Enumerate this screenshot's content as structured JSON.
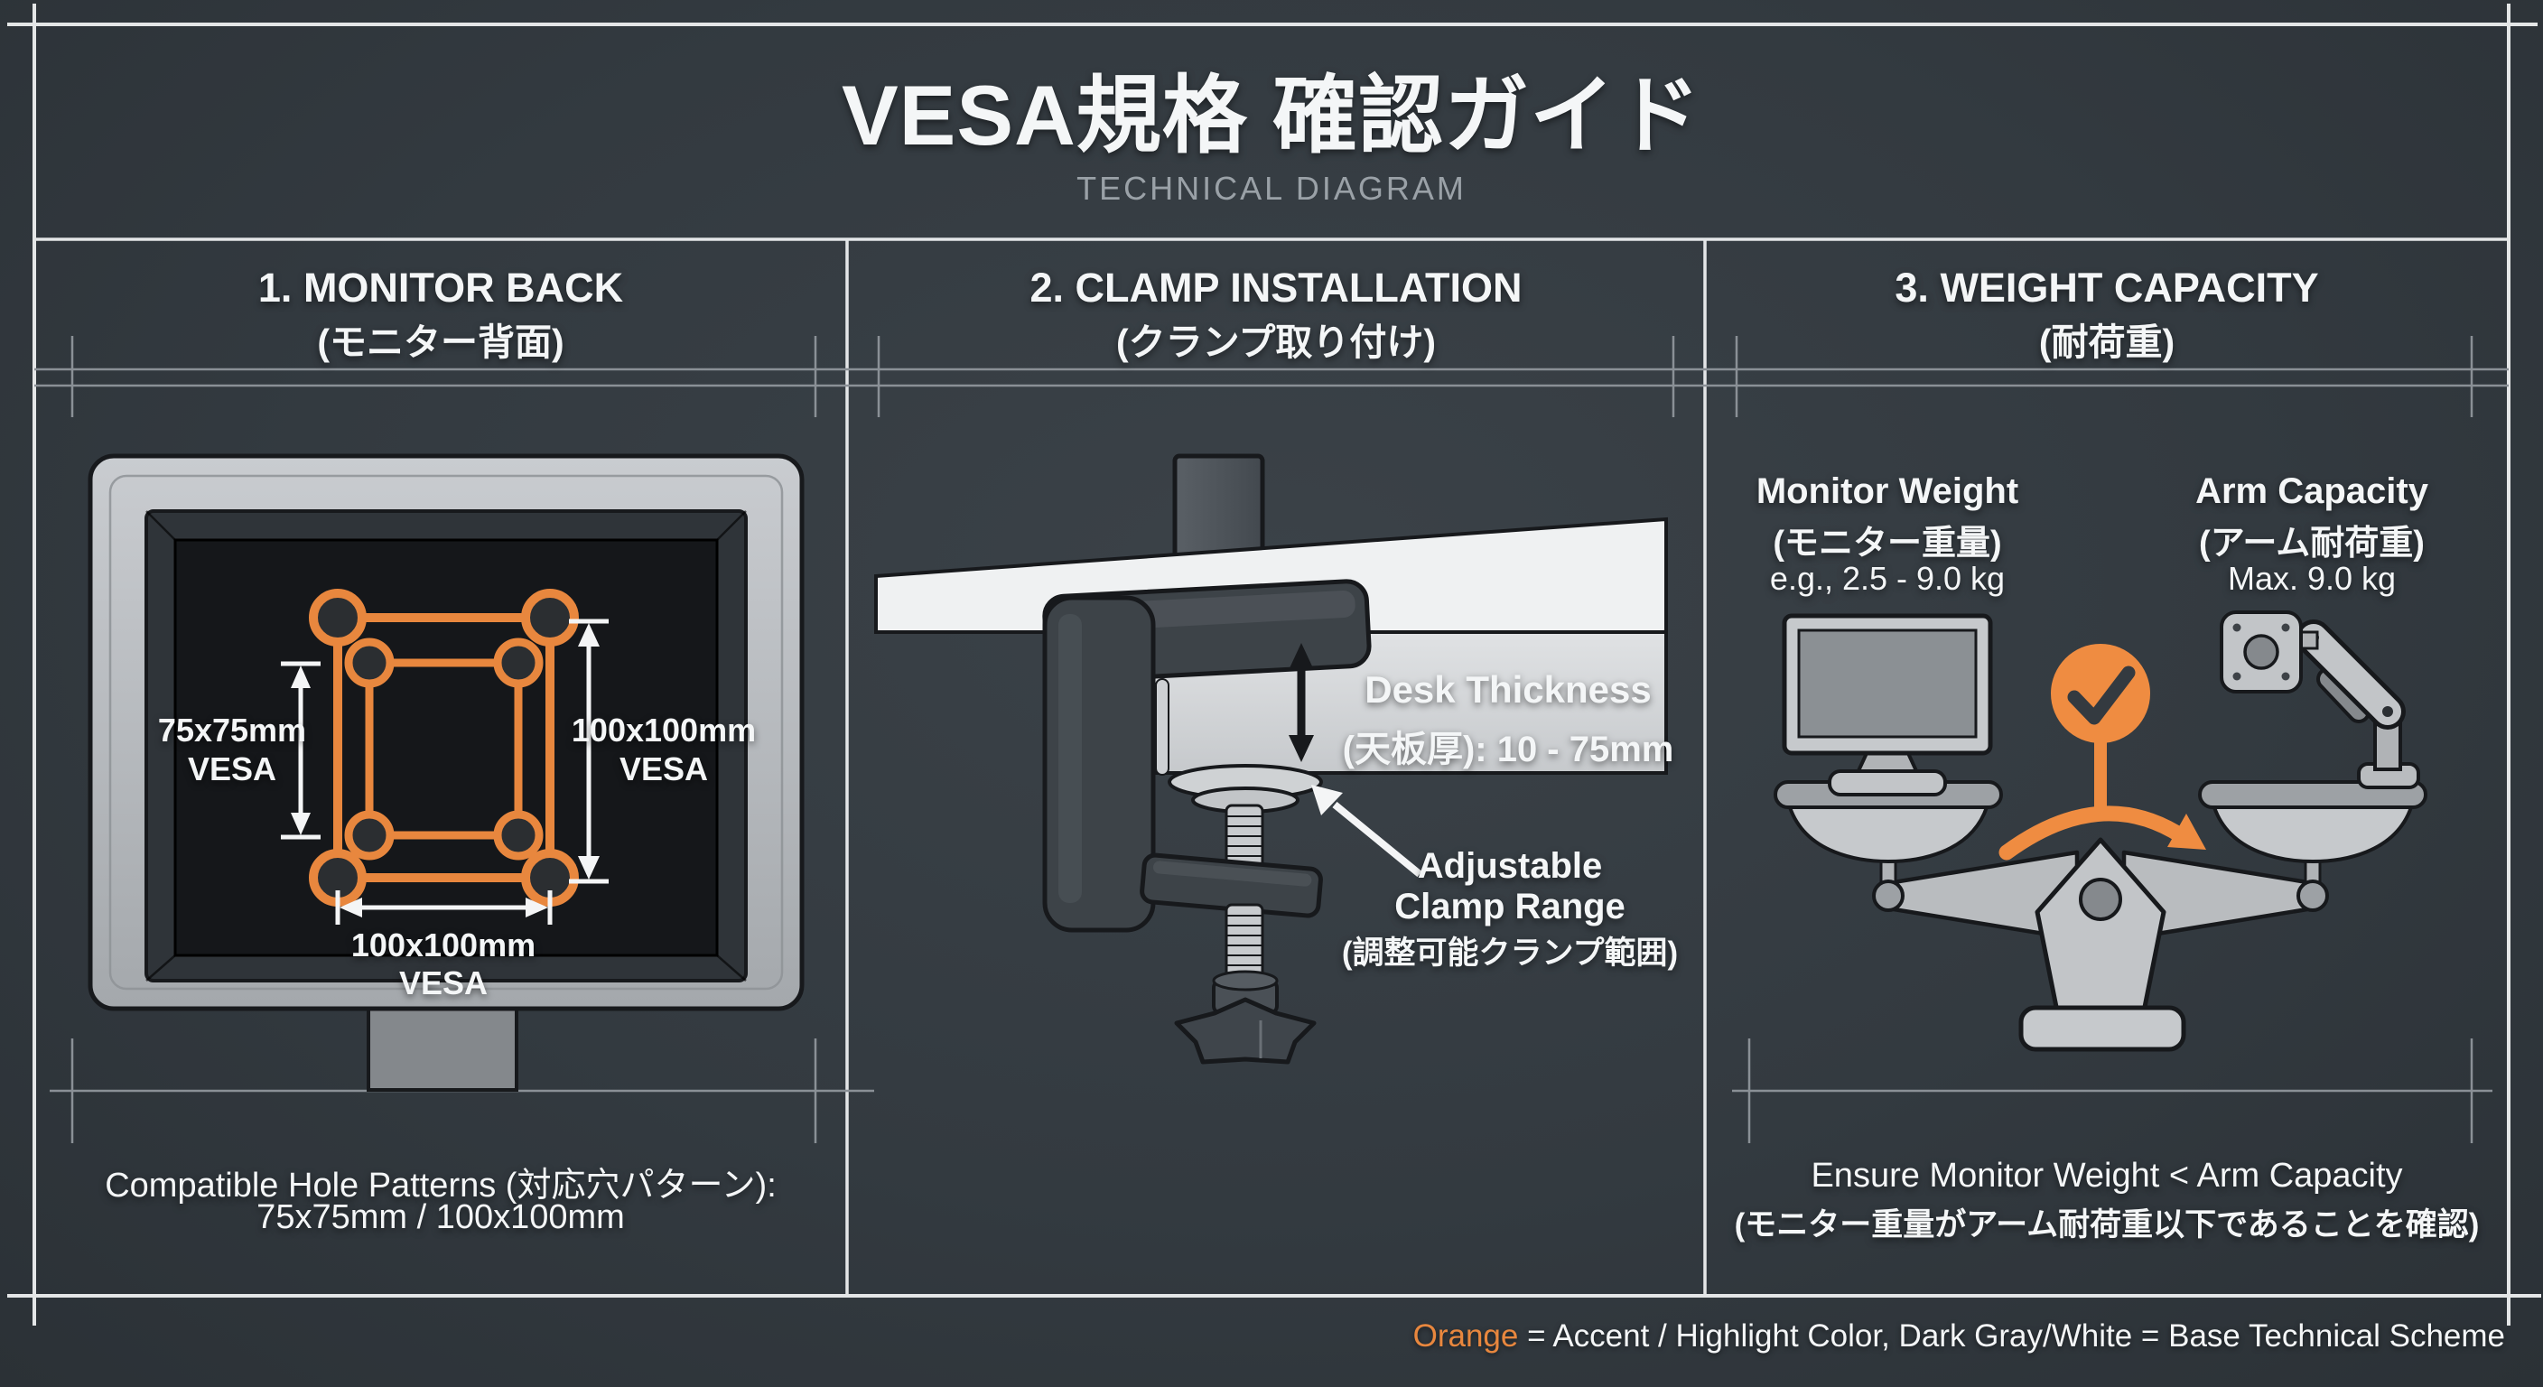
{
  "header": {
    "title": "VESA規格 確認ガイド",
    "subtitle": "TECHNICAL DIAGRAM"
  },
  "colors": {
    "accent_orange": "#E8873E",
    "background_dark_gray": "#343A40",
    "frame_white": "#F2F3F4",
    "construction_gray": "#8A9096"
  },
  "panel1": {
    "title": "1. MONITOR BACK",
    "title_jp": "(モニター背面)",
    "dim_left_line1": "75x75mm",
    "dim_left_line2": "VESA",
    "dim_right_line1": "100x100mm",
    "dim_right_line2": "VESA",
    "dim_bottom_line1": "100x100mm",
    "dim_bottom_line2": "VESA",
    "caption_line1": "Compatible Hole Patterns (対応穴パターン):",
    "caption_line2": "75x75mm / 100x100mm"
  },
  "panel2": {
    "title": "2. CLAMP INSTALLATION",
    "title_jp": "(クランプ取り付け)",
    "desk_thickness_line1": "Desk Thickness",
    "desk_thickness_line2": "(天板厚): 10 - 75mm",
    "clamp_range_line1": "Adjustable",
    "clamp_range_line2": "Clamp Range",
    "clamp_range_line3": "(調整可能クランプ範囲)"
  },
  "panel3": {
    "title": "3. WEIGHT CAPACITY",
    "title_jp": "(耐荷重)",
    "monitor_weight_line1": "Monitor Weight",
    "monitor_weight_line2": "(モニター重量)",
    "monitor_weight_line3": "e.g., 2.5 - 9.0 kg",
    "arm_capacity_line1": "Arm Capacity",
    "arm_capacity_line2": "(アーム耐荷重)",
    "arm_capacity_line3": "Max. 9.0 kg",
    "caption_line1": "Ensure Monitor Weight < Arm Capacity",
    "caption_line2": "(モニター重量がアーム耐荷重以下であることを確認)"
  },
  "legend": {
    "accent_word": "Orange",
    "rest": " = Accent / Highlight Color, Dark Gray/White = Base Technical Scheme"
  },
  "icons": {
    "check": "check-icon",
    "dimension_arrows": "dimension-arrow",
    "pointer_arrow": "pointer-arrow"
  }
}
